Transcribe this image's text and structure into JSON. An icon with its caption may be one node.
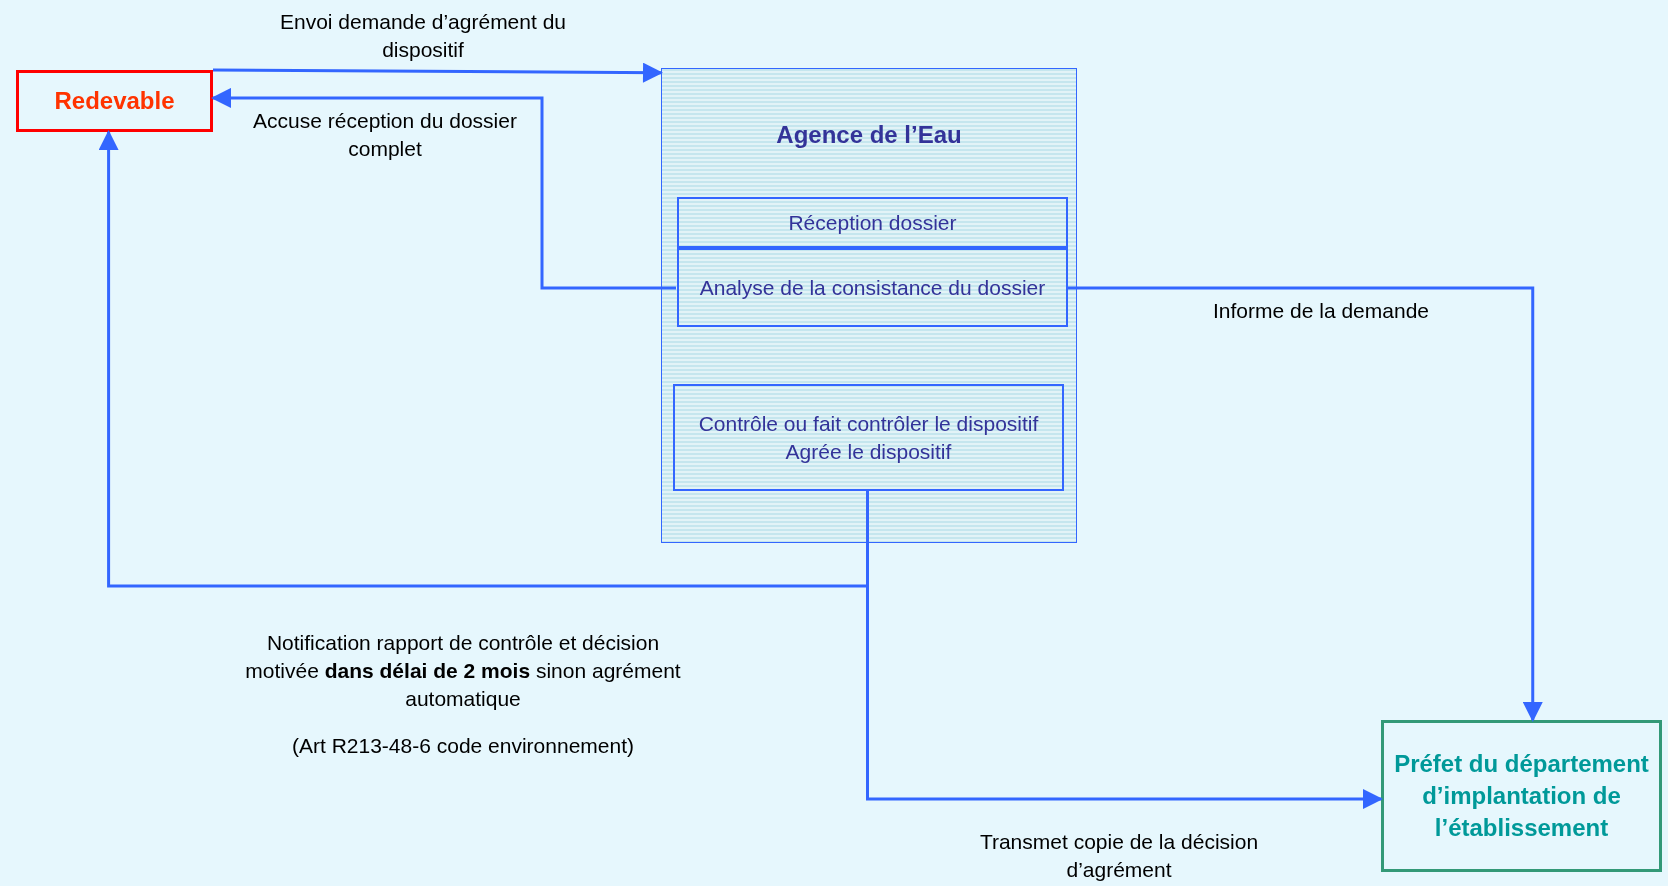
{
  "diagram": {
    "nodes": [
      {
        "text": [
          "Redevable"
        ]
      },
      {
        "text": [
          "Agence de l’Eau"
        ]
      },
      {
        "text": [
          "Réception dossier"
        ],
        "in": 1
      },
      {
        "text": [
          "Analyse de la consistance du dossier"
        ],
        "in": 1
      },
      {
        "text": [
          "Contrôle ou fait contrôler le dispositif",
          "Agrée le dispositif"
        ],
        "in": 1
      },
      {
        "text": [
          "Préfet du département d’implantation de l’établissement"
        ]
      }
    ],
    "edges": [
      {
        "from": 0,
        "to": 1,
        "arrow": "to",
        "label": "Envoi demande d’agrément du dispositif"
      },
      {
        "from": 3,
        "to": 0,
        "arrow": "to",
        "label": "Accuse réception du dossier complet"
      },
      {
        "from": 3,
        "to": 5,
        "arrow": "to",
        "label": "Informe de la demande"
      },
      {
        "from": 4,
        "to": 0,
        "arrow": "to",
        "label": "Notification rapport de contrôle et décision motivée **dans délai de 2 mois** sinon agrément automatique"
      },
      {
        "from": 4,
        "to": 5,
        "arrow": "to",
        "label": "Transmet copie de la décision d’agrément"
      }
    ],
    "labels": [
      "(Art R213-48-6 code environnement)"
    ]
  }
}
